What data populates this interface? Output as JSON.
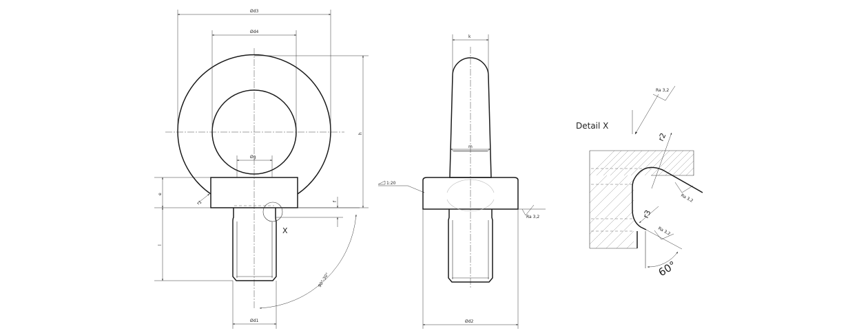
{
  "front_view": {
    "d3": "Ød3",
    "d4": "Ød4",
    "g": "Øg",
    "d1": "Ød1",
    "h": "h",
    "e": "e",
    "l": "l",
    "f": "f",
    "r1": "r1",
    "angle": "90°-30°",
    "detail_marker": "X"
  },
  "side_view": {
    "k": "k",
    "m": "m",
    "d2": "Ød2",
    "taper": "1:20",
    "roughness": "Ra 3,2"
  },
  "detail": {
    "title": "Detail X",
    "roughness_top": "Ra 3,2",
    "roughness_mid": "Ra 3,2",
    "roughness_low": "Ra 3,2",
    "r2": "r2",
    "r3": "r3",
    "angle": "60°"
  }
}
